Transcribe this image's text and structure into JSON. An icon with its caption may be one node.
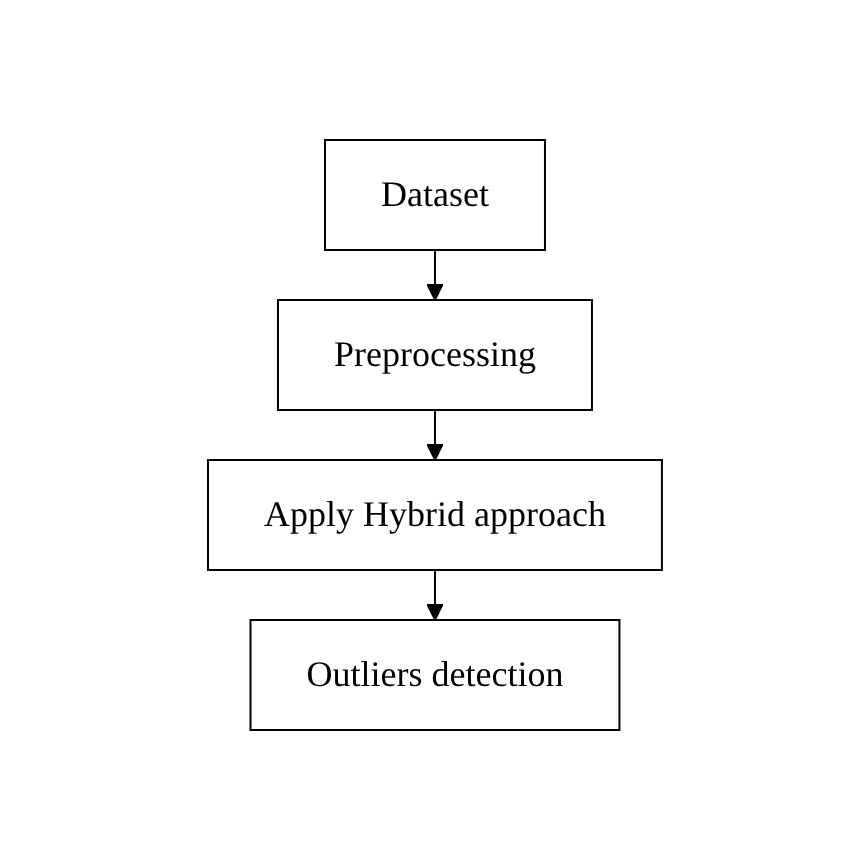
{
  "diagram": {
    "nodes": [
      {
        "text": [
          "Dataset"
        ]
      },
      {
        "text": [
          "Preprocessing"
        ]
      },
      {
        "text": [
          "Apply Hybrid approach"
        ]
      },
      {
        "text": [
          "Outliers detection"
        ]
      }
    ],
    "edges": [
      {
        "from": 0,
        "to": 1,
        "arrow": "to"
      },
      {
        "from": 1,
        "to": 2,
        "arrow": "to"
      },
      {
        "from": 2,
        "to": 3,
        "arrow": "to"
      }
    ]
  }
}
